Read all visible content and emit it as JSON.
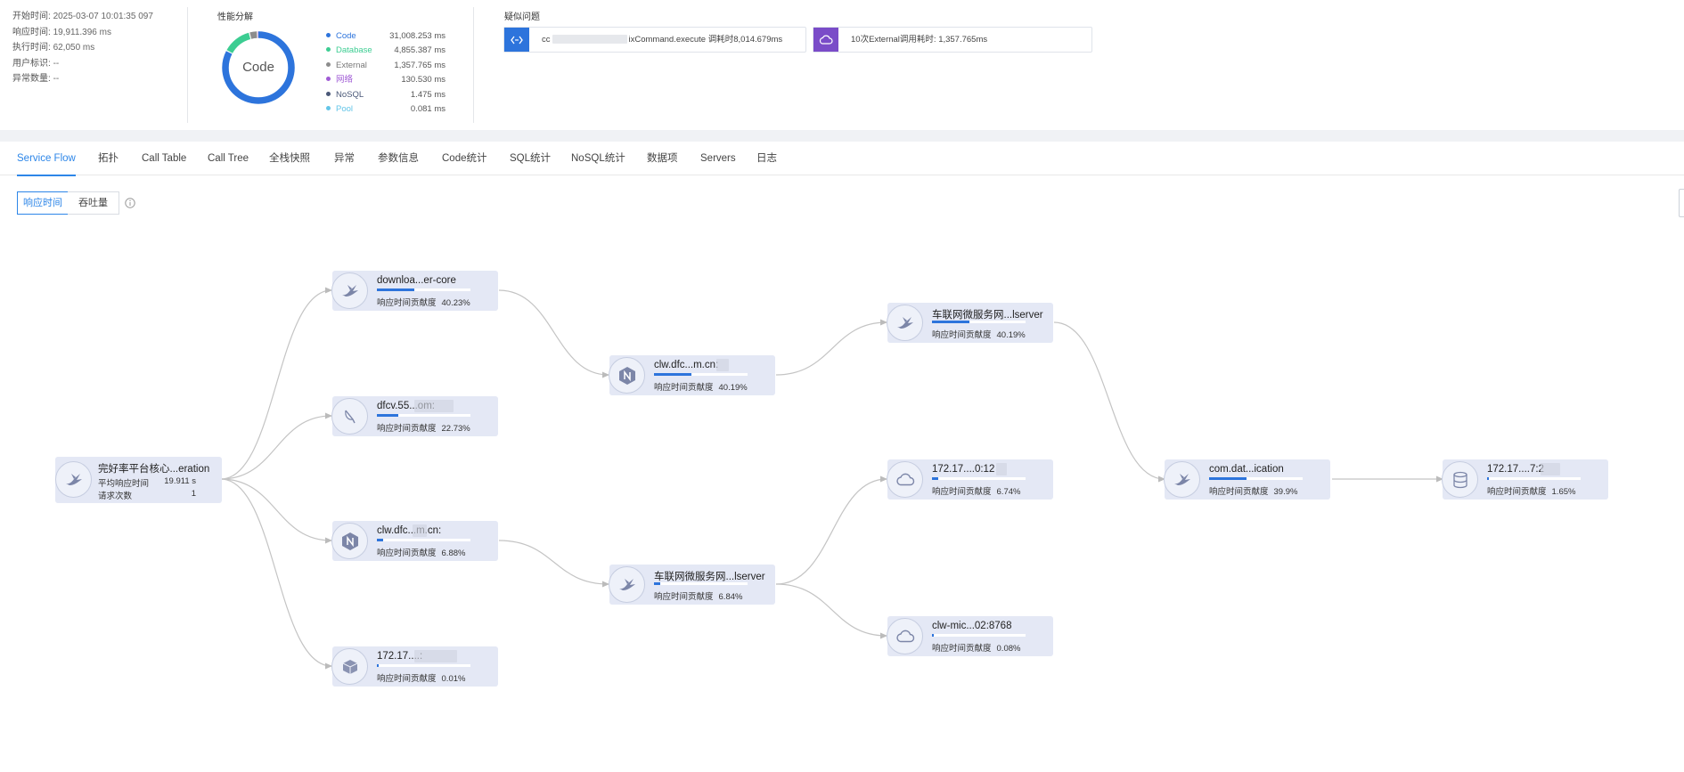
{
  "summary": {
    "fields": [
      {
        "label": "开始时间:",
        "value": "2025-03-07 10:01:35 097"
      },
      {
        "label": "响应时间:",
        "value": "19,911.396 ms"
      },
      {
        "label": "执行时间:",
        "value": "62,050 ms"
      },
      {
        "label": "用户标识:",
        "value": "--"
      },
      {
        "label": "异常数量:",
        "value": "--"
      }
    ],
    "perf_title": "性能分解",
    "donut_center": "Code",
    "breakdown": [
      {
        "name": "Code",
        "value": "31,008.253 ms",
        "ms": 31008.253,
        "color": "#2d74dc"
      },
      {
        "name": "Database",
        "value": "4,855.387 ms",
        "ms": 4855.387,
        "color": "#3ccd92"
      },
      {
        "name": "External",
        "value": "1,357.765 ms",
        "ms": 1357.765,
        "color": "#8c8c8c"
      },
      {
        "name": "网络",
        "value": "130.530 ms",
        "ms": 130.53,
        "color": "#a05bd5"
      },
      {
        "name": "NoSQL",
        "value": "1.475 ms",
        "ms": 1.475,
        "color": "#4a5878"
      },
      {
        "name": "Pool",
        "value": "0.081 ms",
        "ms": 0.081,
        "color": "#63c5e8"
      }
    ],
    "issues_title": "疑似问题",
    "issues": [
      {
        "icon": "code-icon",
        "text_a": "cc",
        "text_b": "ixCommand.execute 调耗时8,014.679ms",
        "color": "#2d74dc"
      },
      {
        "icon": "cloud-icon",
        "text_a": "",
        "text_b": "10次External调用耗时: 1,357.765ms",
        "color": "#7a4cc8"
      }
    ]
  },
  "tabs": [
    "Service Flow",
    "拓扑",
    "Call Table",
    "Call Tree",
    "全栈快照",
    "异常",
    "参数信息",
    "Code统计",
    "SQL统计",
    "NoSQL统计",
    "数据项",
    "Servers",
    "日志"
  ],
  "toggle": {
    "options": [
      "响应时间",
      "吞吐量"
    ],
    "active": 0
  },
  "flow": {
    "metric_label": "响应时间贡献度",
    "root": {
      "name": "完好率平台核心...eration",
      "avg_label": "平均响应时间",
      "avg_value": "19.911 s",
      "count_label": "请求次数",
      "count_value": "1"
    },
    "nodes": [
      {
        "id": "n1",
        "name": "downloa...er-core",
        "pct": "40.23%",
        "fill": 40.23,
        "icon": "bird-icon"
      },
      {
        "id": "n2",
        "name": "dfcv.55...om:",
        "pct": "22.73%",
        "fill": 22.73,
        "icon": "feather-icon"
      },
      {
        "id": "n3",
        "name": "clw.dfc...m.cn:",
        "pct": "6.88%",
        "fill": 6.88,
        "icon": "nginx-icon"
      },
      {
        "id": "n4",
        "name": "172.17....:",
        "pct": "0.01%",
        "fill": 0.01,
        "icon": "box-icon"
      },
      {
        "id": "n5",
        "name": "clw.dfc...m.cn:",
        "pct": "40.19%",
        "fill": 40.19,
        "icon": "nginx-icon"
      },
      {
        "id": "n6",
        "name": "车联网微服务网...lserver",
        "pct": "6.84%",
        "fill": 6.84,
        "icon": "bird-icon"
      },
      {
        "id": "n7",
        "name": "车联网微服务网...lserver",
        "pct": "40.19%",
        "fill": 40.19,
        "icon": "bird-icon"
      },
      {
        "id": "n8",
        "name": "172.17....0:12",
        "pct": "6.74%",
        "fill": 6.74,
        "icon": "cloud-icon"
      },
      {
        "id": "n9",
        "name": "clw-mic...02:8768",
        "pct": "0.08%",
        "fill": 0.08,
        "icon": "cloud-icon"
      },
      {
        "id": "n10",
        "name": "com.dat...ication",
        "pct": "39.9%",
        "fill": 39.9,
        "icon": "bird-icon"
      },
      {
        "id": "n11",
        "name": "172.17....7:2",
        "pct": "1.65%",
        "fill": 1.65,
        "icon": "database-icon"
      }
    ]
  }
}
